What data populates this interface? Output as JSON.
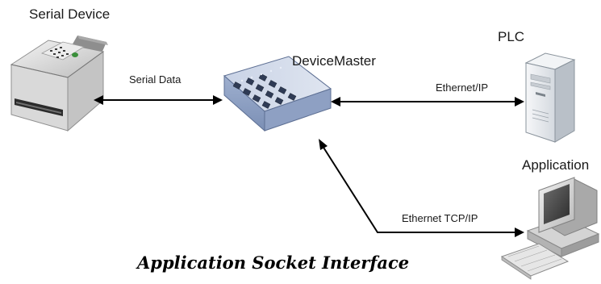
{
  "labels": {
    "serial_device": "Serial Device",
    "plc": "PLC",
    "devicemaster": "DeviceMaster",
    "application": "Application",
    "serial_data": "Serial Data",
    "ethernet_ip": "Ethernet/IP",
    "ethernet_tcp_ip": "Ethernet TCP/IP"
  },
  "caption": "Application Socket Interface",
  "icons": {
    "serial_device": "fax-machine-icon",
    "devicemaster": "ethernet-hub-icon",
    "plc": "server-tower-icon",
    "application": "desktop-computer-icon"
  },
  "colors": {
    "arrow": "#000000",
    "device_body": "#e6e6e6",
    "hub_body": "#bcc8e0",
    "tower_body": "#e8ecf0"
  }
}
